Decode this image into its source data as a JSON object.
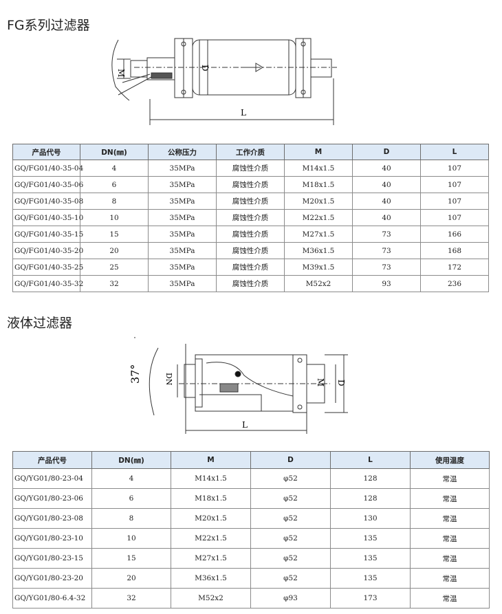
{
  "fg": {
    "title": "FG系列过滤器",
    "drawing_labels": {
      "d": "d",
      "m": "M",
      "d_upper": "D",
      "l": "L"
    },
    "table": {
      "headers": [
        "产品代号",
        "DN(㎜)",
        "公称压力",
        "工作介质",
        "M",
        "D",
        "L"
      ],
      "rows": [
        [
          "GQ/FG01/40-35-04",
          "4",
          "35MPa",
          "腐蚀性介质",
          "M14x1.5",
          "40",
          "107"
        ],
        [
          "GQ/FG01/40-35-06",
          "6",
          "35MPa",
          "腐蚀性介质",
          "M18x1.5",
          "40",
          "107"
        ],
        [
          "GQ/FG01/40-35-08",
          "8",
          "35MPa",
          "腐蚀性介质",
          "M20x1.5",
          "40",
          "107"
        ],
        [
          "GQ/FG01/40-35-10",
          "10",
          "35MPa",
          "腐蚀性介质",
          "M22x1.5",
          "40",
          "107"
        ],
        [
          "GQ/FG01/40-35-15",
          "15",
          "35MPa",
          "腐蚀性介质",
          "M27x1.5",
          "73",
          "166"
        ],
        [
          "GQ/FG01/40-35-20",
          "20",
          "35MPa",
          "腐蚀性介质",
          "M36x1.5",
          "73",
          "168"
        ],
        [
          "GQ/FG01/40-35-25",
          "25",
          "35MPa",
          "腐蚀性介质",
          "M39x1.5",
          "73",
          "172"
        ],
        [
          "GQ/FG01/40-35-32",
          "32",
          "35MPa",
          "腐蚀性介质",
          "M52x2",
          "93",
          "236"
        ]
      ]
    }
  },
  "liquid": {
    "title": "液体过滤器",
    "drawing_labels": {
      "angle": "37°",
      "dn": "DN",
      "m": "M",
      "d_upper": "D",
      "l": "L"
    },
    "table": {
      "headers": [
        "产品代号",
        "DN(㎜)",
        "M",
        "D",
        "L",
        "使用温度"
      ],
      "rows": [
        [
          "GQ/YG01/80-23-04",
          "4",
          "M14x1.5",
          "φ52",
          "128",
          "常温"
        ],
        [
          "GQ/YG01/80-23-06",
          "6",
          "M18x1.5",
          "φ52",
          "128",
          "常温"
        ],
        [
          "GQ/YG01/80-23-08",
          "8",
          "M20x1.5",
          "φ52",
          "130",
          "常温"
        ],
        [
          "GQ/YG01/80-23-10",
          "10",
          "M22x1.5",
          "φ52",
          "135",
          "常温"
        ],
        [
          "GQ/YG01/80-23-15",
          "15",
          "M27x1.5",
          "φ52",
          "135",
          "常温"
        ],
        [
          "GQ/YG01/80-23-20",
          "20",
          "M36x1.5",
          "φ52",
          "135",
          "常温"
        ],
        [
          "GQ/YG01/80-6.4-32",
          "32",
          "M52x2",
          "φ93",
          "173",
          "常温"
        ]
      ]
    }
  }
}
